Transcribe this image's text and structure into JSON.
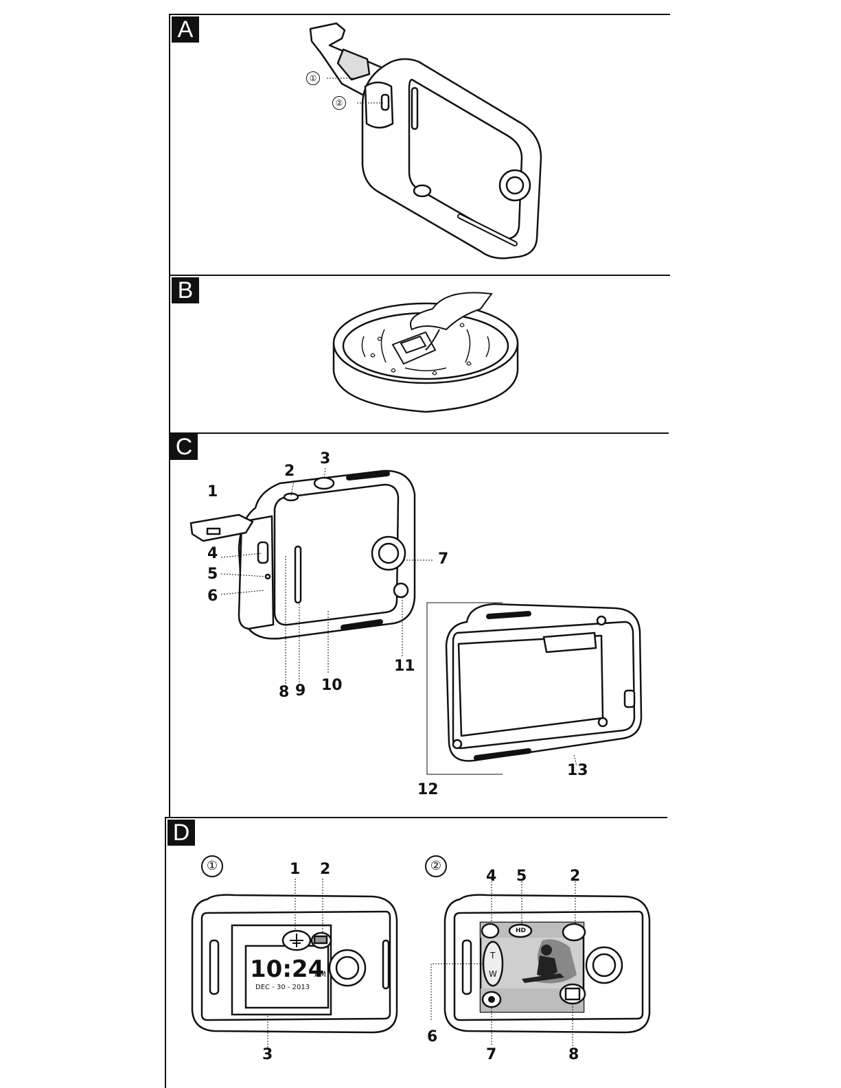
{
  "panels": {
    "a": {
      "tag": "A",
      "callouts": [
        "①",
        "②"
      ]
    },
    "b": {
      "tag": "B"
    },
    "c": {
      "tag": "C",
      "labels": [
        "1",
        "2",
        "3",
        "4",
        "5",
        "6",
        "7",
        "8",
        "9",
        "10",
        "11",
        "12",
        "13"
      ]
    },
    "d": {
      "tag": "D",
      "view1": {
        "index": "①",
        "labels": [
          "1",
          "2",
          "3"
        ],
        "clock_time": "10:24",
        "clock_ampm": "AM",
        "clock_date": "DEC - 30 - 2013"
      },
      "view2": {
        "index": "②",
        "labels": [
          "4",
          "5",
          "2",
          "6",
          "7",
          "8"
        ],
        "zoom_t": "T",
        "zoom_w": "W",
        "hd_badge": "HD"
      }
    }
  }
}
